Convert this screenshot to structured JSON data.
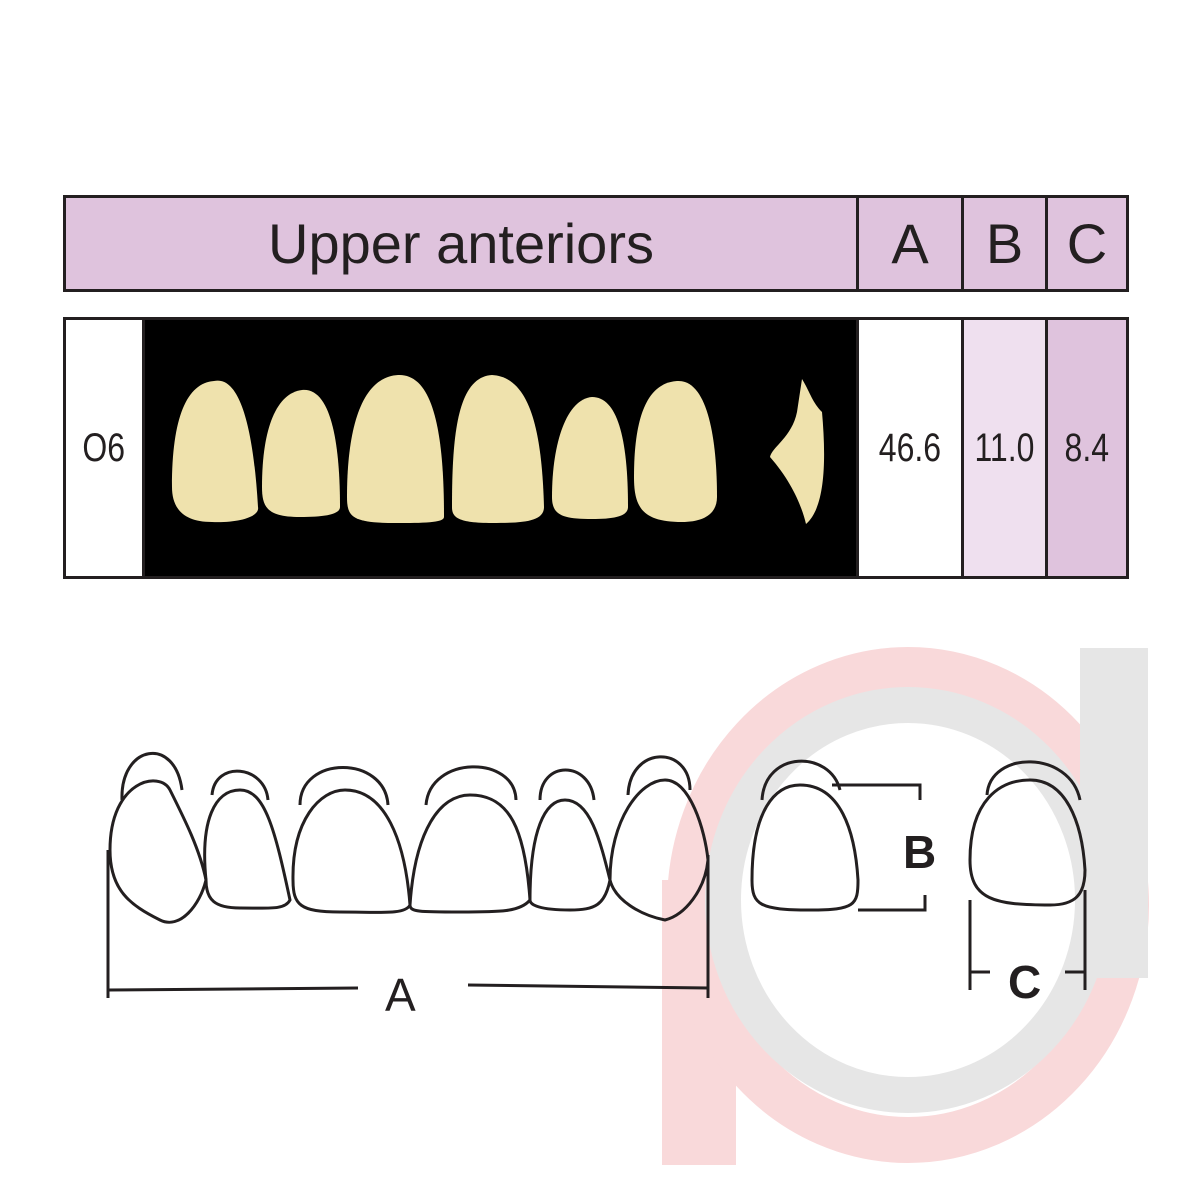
{
  "header": {
    "title": "Upper anteriors",
    "col_a": "A",
    "col_b": "B",
    "col_c": "C"
  },
  "row": {
    "mould": "O6",
    "a": "46.6",
    "b": "11.0",
    "c": "8.4"
  },
  "diagram": {
    "label_a": "A",
    "label_b": "B",
    "label_c": "C"
  },
  "colors": {
    "header_fill": "#dfc3dd",
    "b_fill": "#efe0ef",
    "c_fill": "#dfc3dd",
    "tooth": "#efe2ad",
    "watermark_pink": "#f9d9da",
    "watermark_gray": "#e6e6e6"
  }
}
